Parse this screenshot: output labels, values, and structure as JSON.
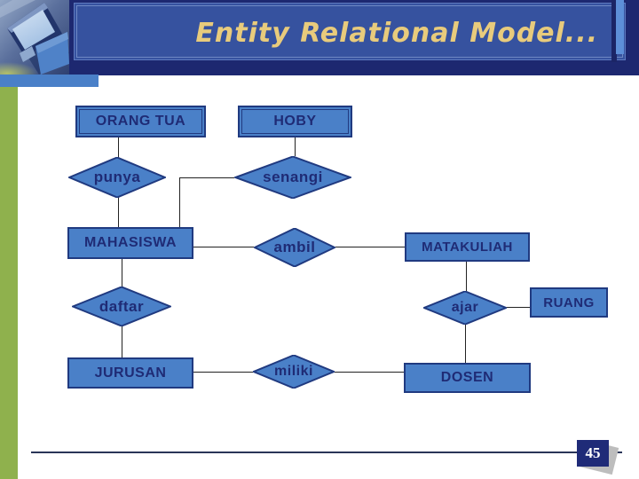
{
  "slide": {
    "title": "Entity Relational Model...",
    "page_number": "45"
  },
  "diagram": {
    "entities": [
      {
        "id": "orang-tua",
        "label": "ORANG TUA"
      },
      {
        "id": "hoby",
        "label": "HOBY"
      },
      {
        "id": "mahasiswa",
        "label": "MAHASISWA"
      },
      {
        "id": "matakuliah",
        "label": "MATAKULIAH"
      },
      {
        "id": "ruang",
        "label": "RUANG"
      },
      {
        "id": "jurusan",
        "label": "JURUSAN"
      },
      {
        "id": "dosen",
        "label": "DOSEN"
      }
    ],
    "relationships": [
      {
        "id": "punya",
        "label": "punya"
      },
      {
        "id": "senangi",
        "label": "senangi"
      },
      {
        "id": "ambil",
        "label": "ambil"
      },
      {
        "id": "daftar",
        "label": "daftar"
      },
      {
        "id": "ajar",
        "label": "ajar"
      },
      {
        "id": "miliki",
        "label": "miliki"
      }
    ],
    "connections": [
      {
        "from": "ORANG TUA",
        "to": "punya"
      },
      {
        "from": "punya",
        "to": "MAHASISWA"
      },
      {
        "from": "HOBY",
        "to": "senangi"
      },
      {
        "from": "senangi",
        "to": "MAHASISWA"
      },
      {
        "from": "MAHASISWA",
        "to": "ambil"
      },
      {
        "from": "ambil",
        "to": "MATAKULIAH"
      },
      {
        "from": "MAHASISWA",
        "to": "daftar"
      },
      {
        "from": "daftar",
        "to": "JURUSAN"
      },
      {
        "from": "MATAKULIAH",
        "to": "ajar"
      },
      {
        "from": "ajar",
        "to": "RUANG"
      },
      {
        "from": "ajar",
        "to": "DOSEN"
      },
      {
        "from": "JURUSAN",
        "to": "miliki"
      },
      {
        "from": "miliki",
        "to": "DOSEN"
      }
    ]
  },
  "icons": {
    "computer_logo": "computer-monitor-photo"
  },
  "colors": {
    "header_bg": "#1D2870",
    "title_panel": "#36529F",
    "title_text": "#E8CB7C",
    "accent_bar": "#5D8FD8",
    "blue_strip": "#4A80C8",
    "green_bar": "#8FB14D",
    "shape_fill": "#4A80C8",
    "shape_border": "#203A80",
    "shape_text": "#1F2B75",
    "connector": "#222222",
    "page_box": "#1F2B78"
  }
}
